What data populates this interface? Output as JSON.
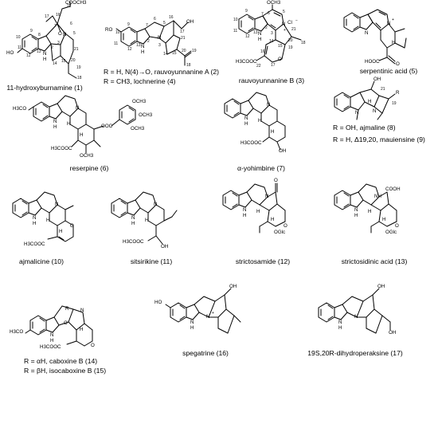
{
  "compounds": [
    {
      "id": "c1",
      "caption": "11-hydroxyburnamine (1)"
    },
    {
      "id": "c2",
      "caption": "R = H, N(4)→O, rauvoyunnanine A (2)"
    },
    {
      "id": "c4",
      "caption": "R = CH3, lochnerine (4)"
    },
    {
      "id": "c3",
      "caption": "rauvoyunnanine B (3)"
    },
    {
      "id": "c5",
      "caption": "serpentinic acid (5)"
    },
    {
      "id": "c6",
      "caption": "reserpine (6)"
    },
    {
      "id": "c7",
      "caption": "α-yohimbine (7)"
    },
    {
      "id": "c8",
      "caption": "R = OH, ajmaline (8)"
    },
    {
      "id": "c9",
      "caption": "R = H, Δ19,20, mauiensine (9)"
    },
    {
      "id": "c10",
      "caption": "ajmalicine (10)"
    },
    {
      "id": "c11",
      "caption": "sitsirikine (11)"
    },
    {
      "id": "c12",
      "caption": "strictosamide (12)"
    },
    {
      "id": "c13",
      "caption": "strictosidinic acid (13)"
    },
    {
      "id": "c14",
      "caption": "R = αH, caboxine B (14)"
    },
    {
      "id": "c15",
      "caption": "R = βH, isocaboxine B (15)"
    },
    {
      "id": "c16",
      "caption": "spegatrine (16)"
    },
    {
      "id": "c17",
      "caption": "19S,20R-dihydroperaksine (17)"
    }
  ],
  "labels": {
    "c1": {
      "cooch3": "COOCH3",
      "ho": "HO",
      "n": "N",
      "nh": "N",
      "h": "H",
      "o": "O",
      "n22": "22",
      "n17": "17",
      "n16": "16",
      "n7": "7",
      "n6": "6",
      "n5": "5",
      "n3": "3",
      "n21": "21",
      "n14": "14",
      "n15": "15",
      "n19": "19",
      "n18": "18",
      "n20": "20",
      "n10": "10",
      "n11": "11",
      "n12": "12",
      "n13": "13",
      "n2": "2",
      "n8": "8",
      "n9": "9"
    },
    "c2": {
      "ro": "RO",
      "nh": "N",
      "h": "H",
      "n": "N",
      "oh": "OH",
      "n9": "9",
      "n10": "10",
      "n11": "11",
      "n12": "12",
      "n13": "13",
      "n7": "7",
      "n2": "2",
      "n6": "6",
      "n5": "5",
      "n3": "3",
      "n16": "16",
      "n17": "17",
      "n14": "14",
      "n15": "15",
      "n21": "21",
      "n20": "20",
      "n19": "19",
      "n18": "18"
    },
    "c3": {
      "och3": "OCH3",
      "nh": "N",
      "h": "H",
      "n": "N",
      "cl": "Cl",
      "plus": "+",
      "minus": "−",
      "o": "O",
      "cooch3": "H3COOC",
      "n6": "6",
      "n5": "5",
      "n7": "7",
      "n2": "2",
      "n3": "3",
      "n10": "10",
      "n11": "11",
      "n12": "12",
      "n13": "13",
      "n14": "14",
      "n15": "15",
      "n16": "16",
      "n17": "17",
      "n20": "20",
      "n21": "21",
      "n19": "19",
      "n18": "18",
      "n22": "22",
      "n9": "9"
    },
    "c5": {
      "n": "N",
      "nplus": "N",
      "plus": "+",
      "hooc": "HOOC",
      "o": "O",
      "h": "H"
    },
    "c6": {
      "h3co": "H3CO",
      "nh": "N",
      "h": "H",
      "n": "N",
      "h3cooc": "H3COOC",
      "och3": "OCH3",
      "ooc": "OOC",
      "och3a": "OCH3",
      "och3b": "OCH3",
      "och3c": "OCH3",
      "hh": "H",
      "hh2": "H"
    },
    "c7": {
      "nh": "N",
      "h": "H",
      "n": "N",
      "h3cooc": "H3COOC",
      "oh": "OH",
      "hh": "H",
      "hh2": "H"
    },
    "c8": {
      "oh": "OH",
      "n": "N",
      "h": "H",
      "nr": "N",
      "r": "R",
      "n19": "19",
      "n21": "21"
    },
    "c10": {
      "nh": "N",
      "h": "H",
      "n": "N",
      "h3cooc": "H3COOC",
      "o": "O",
      "hh": "H",
      "hh2": "H"
    },
    "c11": {
      "nh": "N",
      "h": "H",
      "n": "N",
      "h3cooc": "H3COOC",
      "oh": "OH",
      "hh": "H"
    },
    "c12": {
      "nh": "N",
      "h": "H",
      "n": "N",
      "o": "O",
      "oglc": "OGlc",
      "oring": "O",
      "hh": "H",
      "hh2": "H"
    },
    "c13": {
      "nh": "N",
      "h": "H",
      "nh2": "NH",
      "cooh": "COOH",
      "o": "O",
      "oglc": "OGlc",
      "hh": "H",
      "hh2": "H"
    },
    "c14": {
      "h3co": "H3CO",
      "nh": "N",
      "h": "H",
      "r": "R",
      "n": "N",
      "o": "O",
      "h3cooc": "H3COOC",
      "ofur": "O",
      "hh": "H"
    },
    "c16": {
      "ho": "HO",
      "nh": "N",
      "h": "H",
      "n": "N",
      "plus": "+",
      "oh": "OH"
    },
    "c17": {
      "nh": "N",
      "h": "H",
      "n": "N",
      "oh": "OH",
      "oh2": "OH"
    }
  }
}
